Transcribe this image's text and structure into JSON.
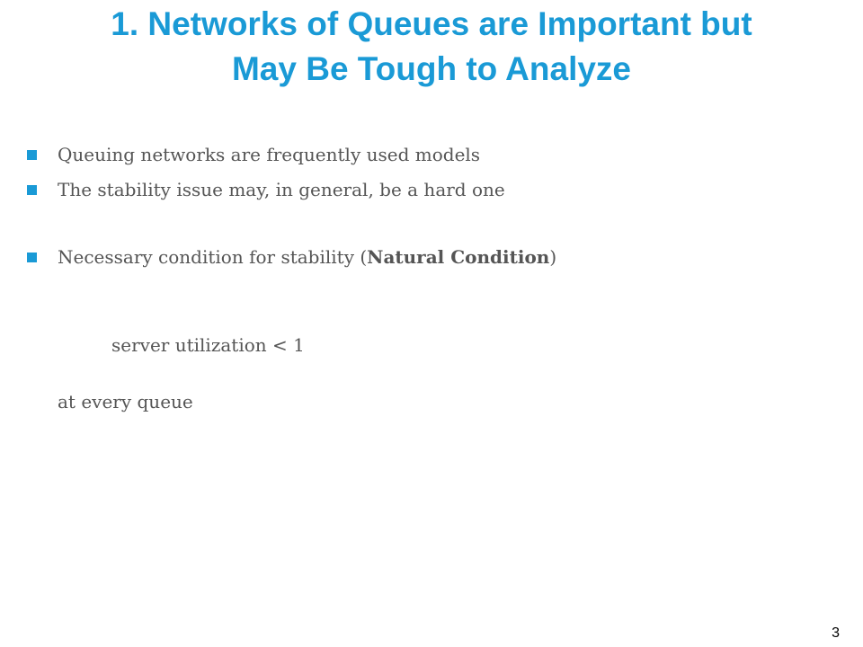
{
  "slide": {
    "title_line1": "1. Networks of Queues are Important but",
    "title_line2": "May Be Tough to Analyze",
    "bullets": [
      "Queuing networks are frequently used models",
      "The stability issue may, in general, be a hard one"
    ],
    "bullet3": {
      "prefix": "Necessary condition for stability (",
      "bold": "Natural Condition",
      "suffix": ")"
    },
    "condition_text": "server utilization < 1",
    "qualifier_text": "at every queue",
    "page_number": "3"
  },
  "colors": {
    "accent": "#1a9ad6",
    "body_text": "#555555"
  }
}
